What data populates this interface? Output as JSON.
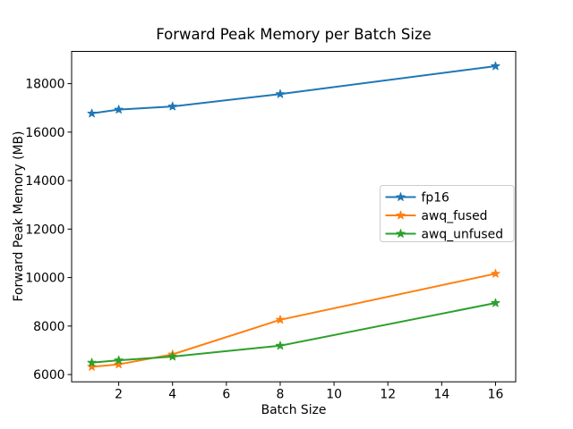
{
  "chart_data": {
    "type": "line",
    "title": "Forward Peak Memory per Batch Size",
    "xlabel": "Batch Size",
    "ylabel": "Forward Peak Memory (MB)",
    "x": [
      1,
      2,
      4,
      8,
      16
    ],
    "series": [
      {
        "name": "fp16",
        "color": "#1f77b4",
        "values": [
          16770,
          16930,
          17060,
          17570,
          18720
        ]
      },
      {
        "name": "awq_fused",
        "color": "#ff7f0e",
        "values": [
          6320,
          6420,
          6830,
          8260,
          10160
        ]
      },
      {
        "name": "awq_unfused",
        "color": "#2ca02c",
        "values": [
          6490,
          6590,
          6740,
          7190,
          8950
        ]
      }
    ],
    "marker": "star",
    "xticks": [
      2,
      4,
      6,
      8,
      10,
      12,
      14,
      16
    ],
    "yticks": [
      6000,
      8000,
      10000,
      12000,
      14000,
      16000,
      18000
    ],
    "xlim": [
      0.25,
      16.75
    ],
    "ylim": [
      5700,
      19330
    ],
    "grid": false,
    "legend": {
      "location": "center right",
      "entries": [
        "fp16",
        "awq_fused",
        "awq_unfused"
      ]
    },
    "colors": {
      "background": "#ffffff",
      "spine": "#000000",
      "legend_border": "#cccccc",
      "text": "#000000"
    }
  }
}
